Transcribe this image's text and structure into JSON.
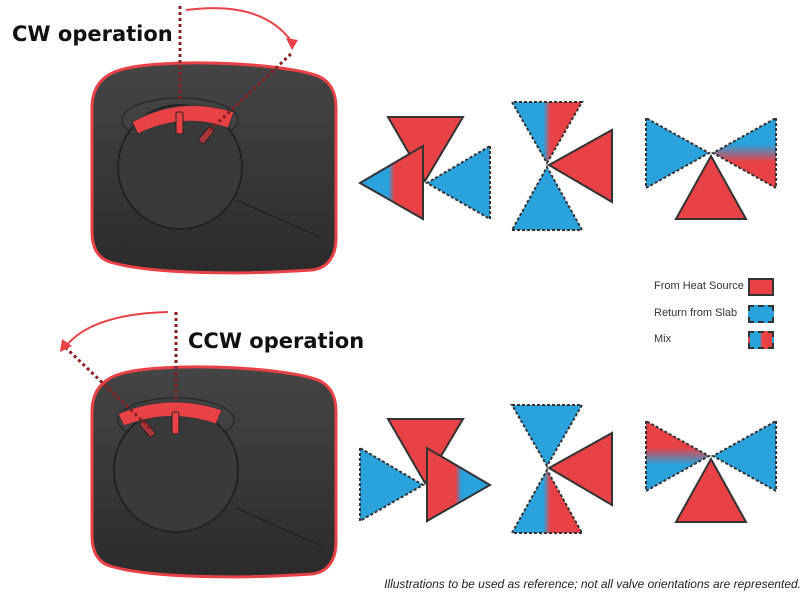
{
  "labels": {
    "cw": "CW operation",
    "ccw": "CCW operation"
  },
  "legend": {
    "items": [
      {
        "label": "From Heat Source",
        "kind": "heat"
      },
      {
        "label": "Return from Slab",
        "kind": "return"
      },
      {
        "label": "Mix",
        "kind": "mix"
      }
    ]
  },
  "caption": "Illustrations to be used as reference; not all valve orientations are represented.",
  "colors": {
    "heat": "#e84246",
    "return": "#2aa2dc",
    "outline": "#333333",
    "actuator_body": "#3b3b3b",
    "actuator_border": "#e84246",
    "arrow": "#e84246"
  }
}
